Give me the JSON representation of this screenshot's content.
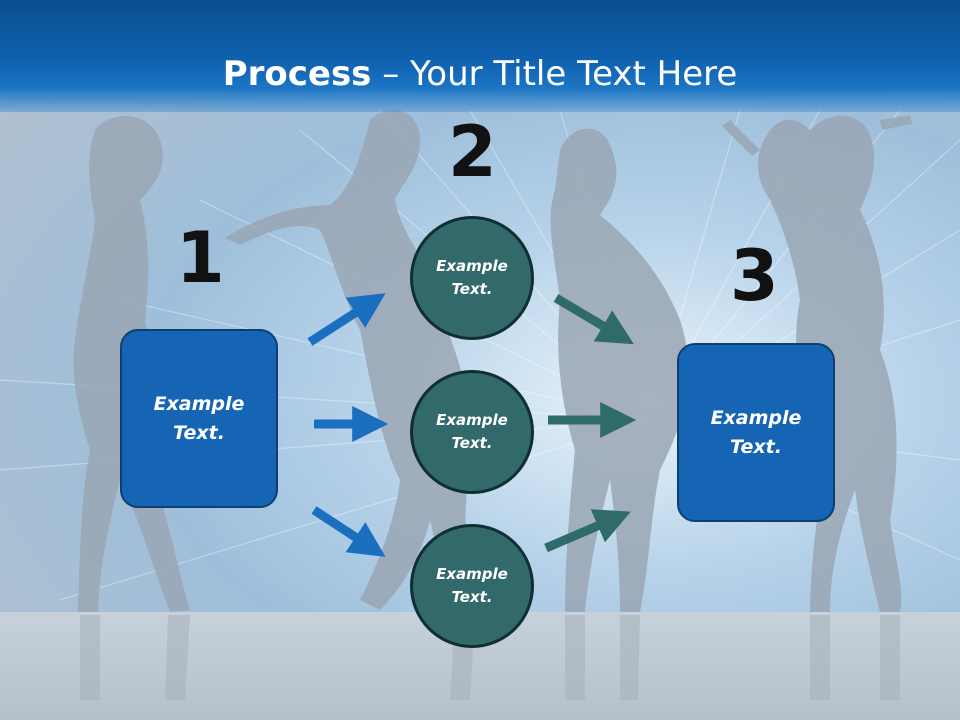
{
  "title": {
    "bold": "Process",
    "rest": " – Your Title Text Here"
  },
  "steps": [
    {
      "number": "1",
      "box_text_line1": "Example",
      "box_text_line2": "Text."
    },
    {
      "number": "2"
    },
    {
      "number": "3",
      "box_text_line1": "Example",
      "box_text_line2": "Text."
    }
  ],
  "circles": [
    {
      "line1": "Example",
      "line2": "Text."
    },
    {
      "line1": "Example",
      "line2": "Text."
    },
    {
      "line1": "Example",
      "line2": "Text."
    }
  ],
  "colors": {
    "header_blue": "#0f62b0",
    "box_blue": "#1565b4",
    "circle_teal": "#32696a",
    "arrow_blue": "#1b6fc0",
    "arrow_teal": "#2f6b6a"
  }
}
